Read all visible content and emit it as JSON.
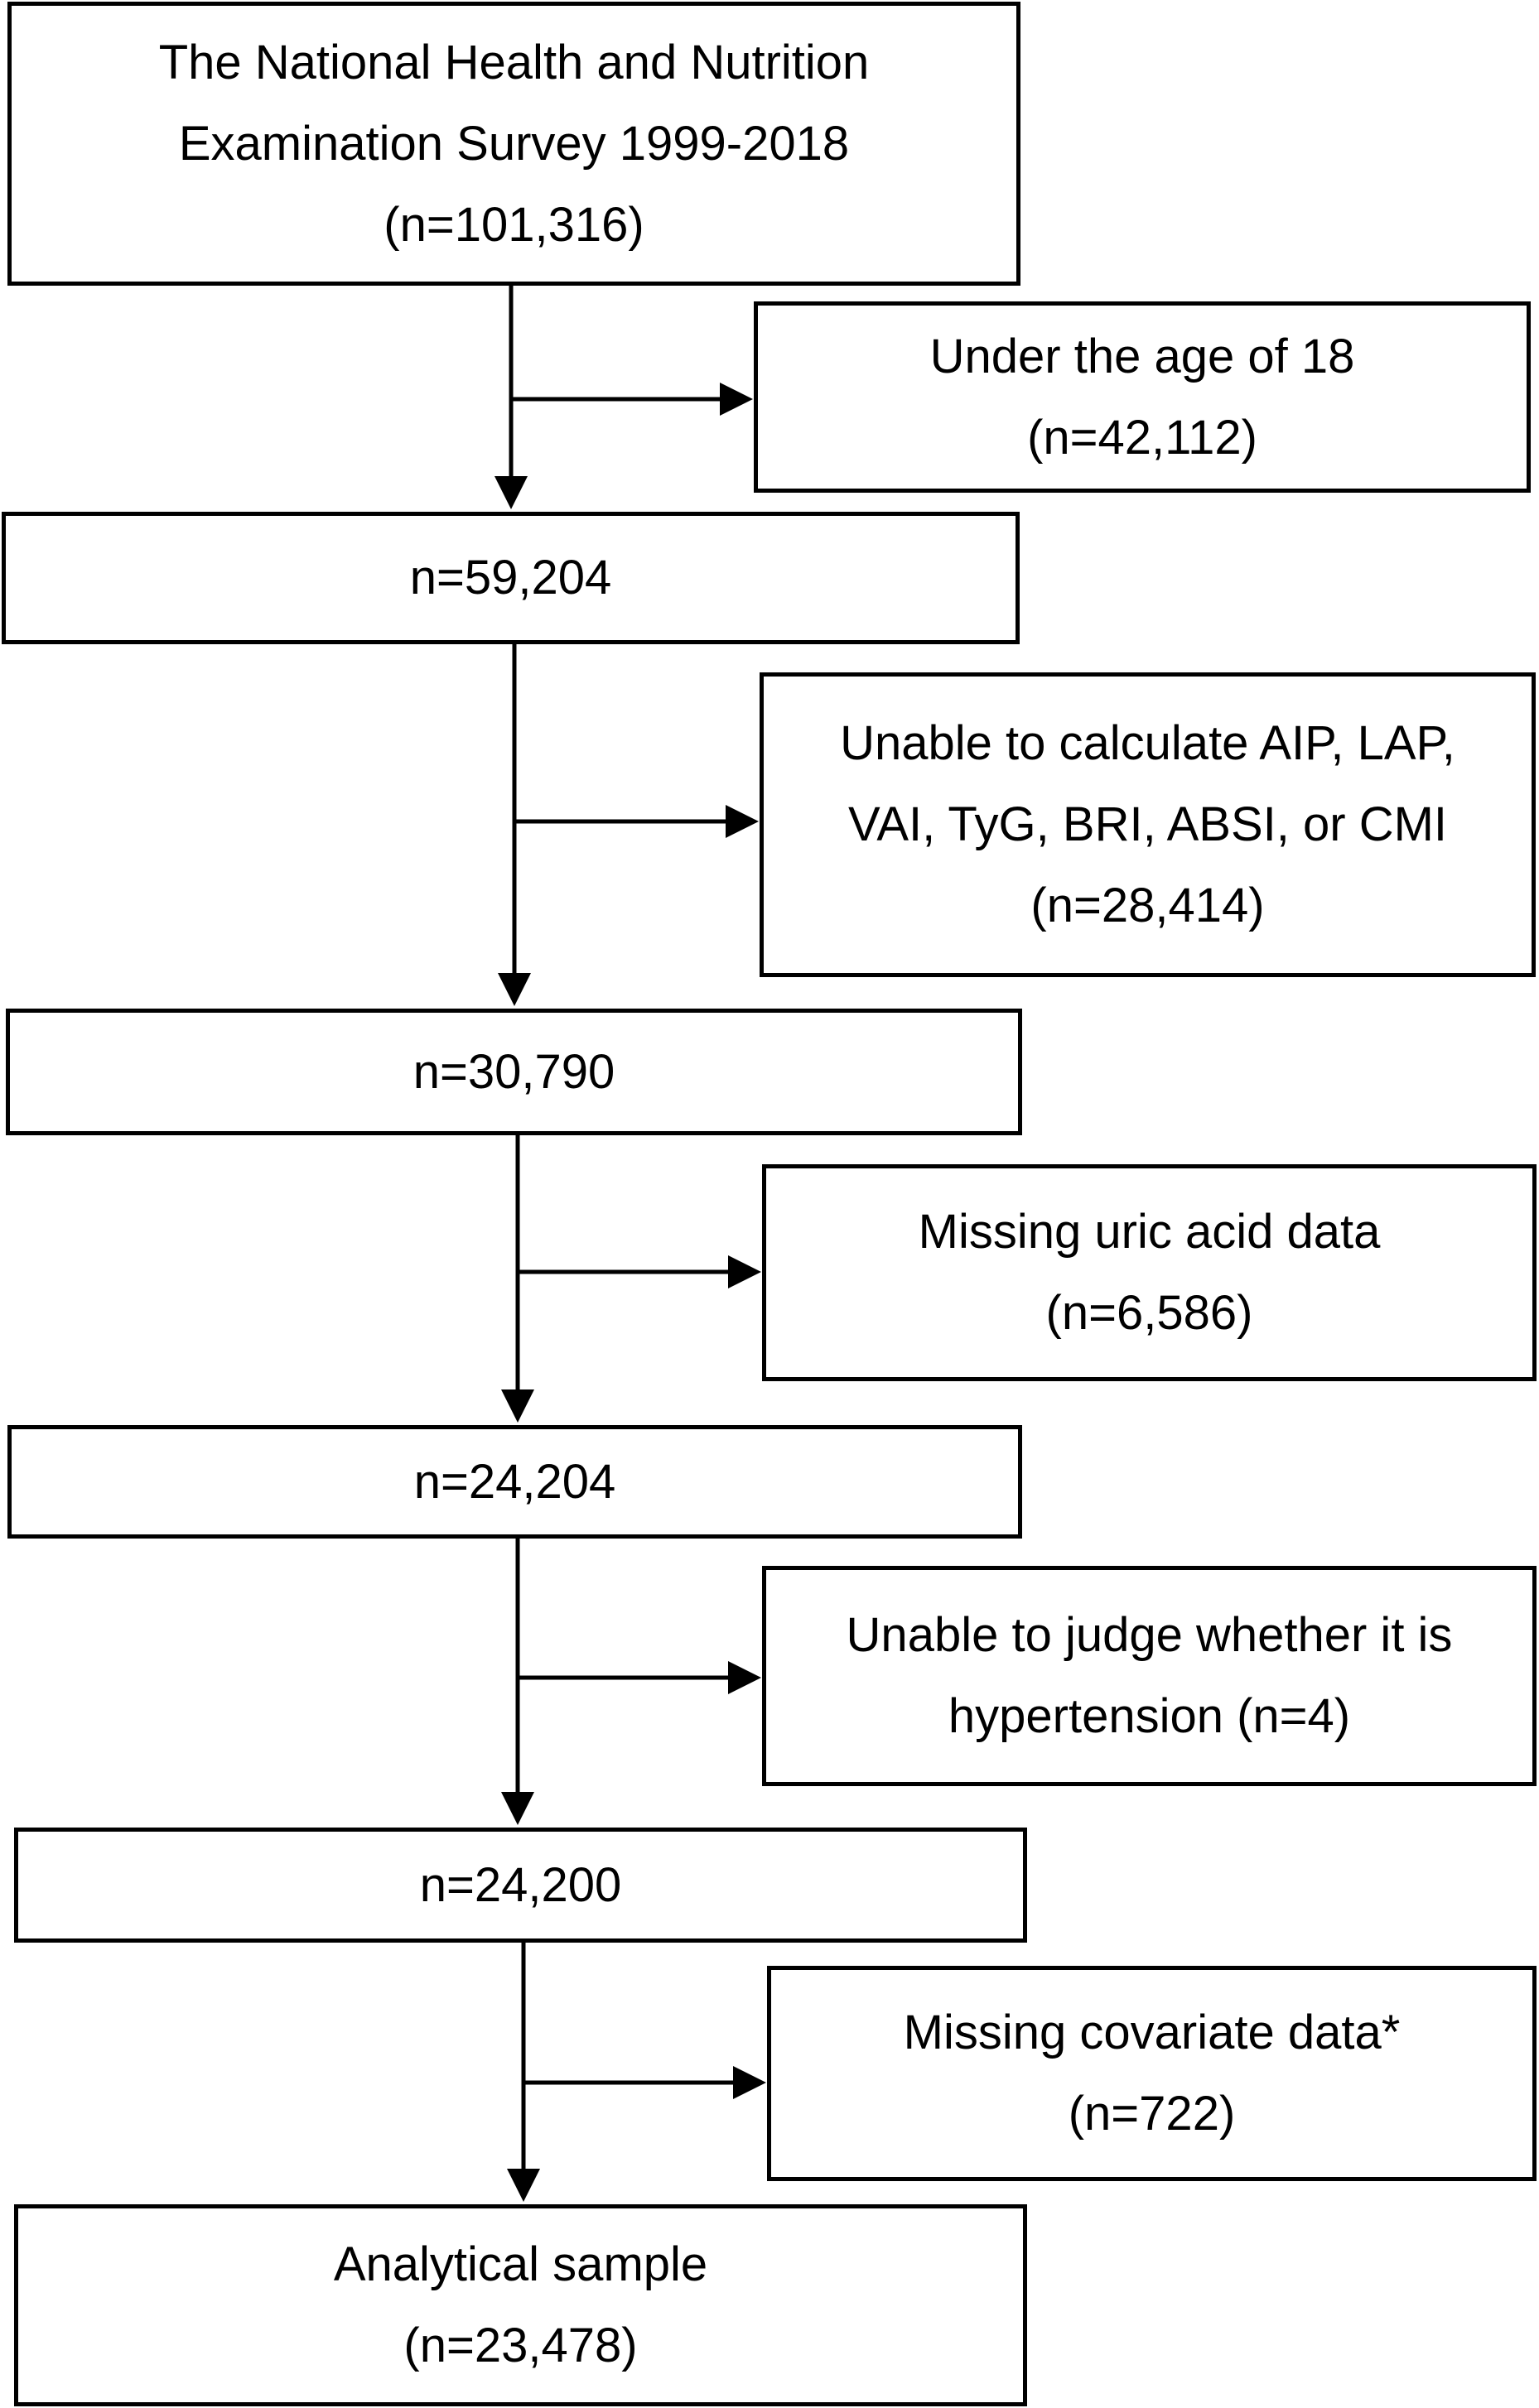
{
  "flowchart": {
    "main": [
      {
        "lines": [
          "The National Health and Nutrition",
          "Examination Survey 1999-2018",
          "(n=101,316)"
        ]
      },
      {
        "lines": [
          "n=59,204"
        ]
      },
      {
        "lines": [
          "n=30,790"
        ]
      },
      {
        "lines": [
          "n=24,204"
        ]
      },
      {
        "lines": [
          "n=24,200"
        ]
      },
      {
        "lines": [
          "Analytical sample",
          "(n=23,478)"
        ]
      }
    ],
    "exclusions": [
      {
        "lines": [
          "Under the age of 18",
          "(n=42,112)"
        ]
      },
      {
        "lines": [
          "Unable to calculate AIP, LAP,",
          "VAI, TyG, BRI, ABSI, or CMI",
          "(n=28,414)"
        ]
      },
      {
        "lines": [
          "Missing uric acid data",
          "(n=6,586)"
        ]
      },
      {
        "lines": [
          "Unable to judge whether it is",
          "hypertension (n=4)"
        ]
      },
      {
        "lines": [
          "Missing covariate data*",
          "(n=722)"
        ]
      }
    ]
  }
}
